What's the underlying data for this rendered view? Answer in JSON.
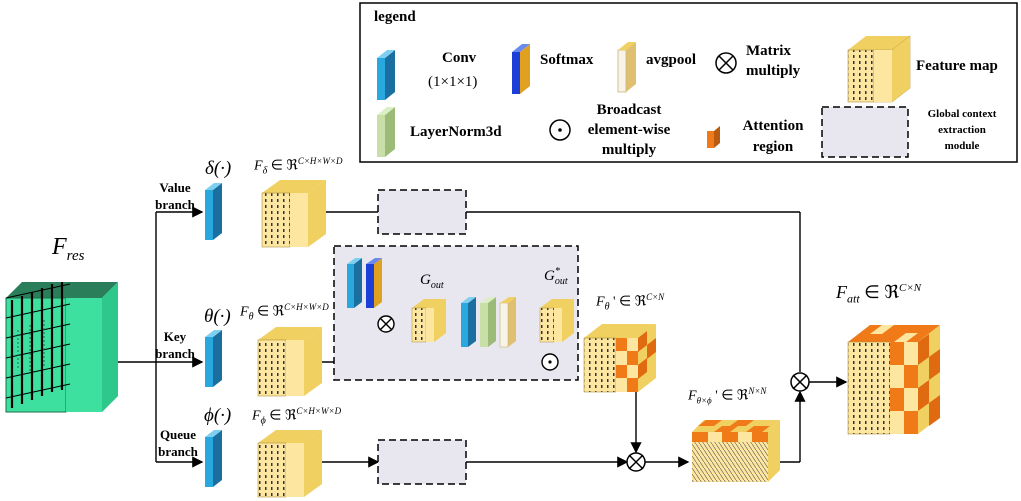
{
  "legend": {
    "title": "legend",
    "conv": "Conv",
    "conv_kernel": "(1×1×1)",
    "softmax": "Softmax",
    "avgpool": "avgpool",
    "matrix_multiply_1": "Matrix",
    "matrix_multiply_2": "multiply",
    "feature_map": "Feature map",
    "layernorm": "LayerNorm3d",
    "broadcast_1": "Broadcast",
    "broadcast_2": "element-wise",
    "broadcast_3": "multiply",
    "attention_1": "Attention",
    "attention_2": "region",
    "gce_1": "Global context",
    "gce_2": "extraction",
    "gce_3": "module"
  },
  "branches": {
    "value_1": "Value",
    "value_2": "branch",
    "key_1": "Key",
    "key_2": "branch",
    "query_1": "Queue",
    "query_2": "branch"
  },
  "math": {
    "f_res": "F",
    "f_res_sub": "res",
    "delta": "δ(·)",
    "theta": "θ(·)",
    "phi": "ϕ(·)",
    "f_delta": "F",
    "f_delta_sub": "δ",
    "f_delta_set": "∈ ℜ",
    "f_delta_sup": "C×H×W×D",
    "f_theta": "F",
    "f_theta_sub": "θ",
    "f_theta_set": "∈ ℜ",
    "f_theta_sup": "C×H×W×D",
    "f_phi": "F",
    "f_phi_sub": "ϕ",
    "f_phi_set": "∈ ℜ",
    "f_phi_sup": "C×H×W×D",
    "g_out": "G",
    "g_out_sub": "out",
    "g_out2": "G",
    "g_out2_sub": "out",
    "g_out2_sup": "*",
    "f_theta_p": "F",
    "f_theta_p_sub": "θ",
    "f_theta_p_set": "' ∈ ℜ",
    "f_theta_p_sup": "C×N",
    "f_tp": "F",
    "f_tp_sub": "θ×ϕ",
    "f_tp_set": "' ∈ ℜ",
    "f_tp_sup": "N×N",
    "f_att": "F",
    "f_att_sub": "att",
    "f_att_set": "∈ ℜ",
    "f_att_sup": "C×N"
  },
  "colors": {
    "conv": "#29a8e0",
    "conv_dark": "#1a6fa0",
    "softmax": "#1c3fd8",
    "softmax_edge": "#e0a020",
    "avgpool": "#f7f3e8",
    "layernorm": "#c8dfa8",
    "feature_front": "#fde6a0",
    "feature_side": "#f0d060",
    "res_front": "#3ee0a0",
    "attention": "#f07a18",
    "module_fill": "#e8e6ef"
  }
}
